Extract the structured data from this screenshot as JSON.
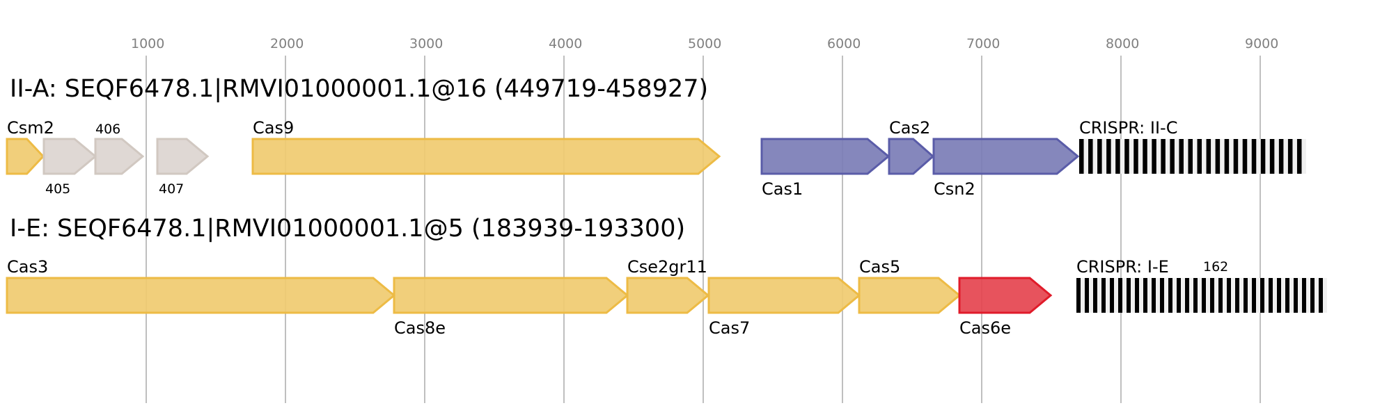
{
  "axis": {
    "scale_bp_per_tick": 1000,
    "ticks": [
      1000,
      2000,
      3000,
      4000,
      5000,
      6000,
      7000,
      8000,
      9000
    ],
    "axis_range_bp": [
      0,
      9700
    ]
  },
  "colors": {
    "cas_yellow_fill": "#f0cb70",
    "cas_yellow_stroke": "#edbb45",
    "adaptation_blue_fill": "#7b7db6",
    "adaptation_blue_stroke": "#5a5ca8",
    "unknown_grey_fill": "#dcd5d0",
    "unknown_grey_stroke": "#d1c8c1",
    "cas6_red_fill": "#e5444f",
    "cas6_red_stroke": "#e01b2a",
    "crispr_dark": "#000000",
    "crispr_light": "#f0f0f0"
  },
  "loci": [
    {
      "title": "II-A: SEQF6478.1|RMVI01000001.1@16 (449719-458927)",
      "genes": [
        {
          "name": "Csm2",
          "start": 0,
          "end": 260,
          "strand": "+",
          "color": "yellow",
          "label_pos": "top",
          "label_size": "large"
        },
        {
          "name": "405",
          "start": 265,
          "end": 635,
          "strand": "+",
          "color": "grey",
          "label_pos": "bottom",
          "label_size": "small"
        },
        {
          "name": "406",
          "start": 635,
          "end": 975,
          "strand": "+",
          "color": "grey",
          "label_pos": "top",
          "label_size": "small"
        },
        {
          "name": "407",
          "start": 1080,
          "end": 1440,
          "strand": "+",
          "color": "grey",
          "label_pos": "bottom",
          "label_size": "small"
        },
        {
          "name": "Cas9",
          "start": 1765,
          "end": 5115,
          "strand": "+",
          "color": "yellow",
          "label_pos": "top",
          "label_size": "large"
        },
        {
          "name": "Cas1",
          "start": 5420,
          "end": 6330,
          "strand": "+",
          "color": "blue",
          "label_pos": "bottom",
          "label_size": "large"
        },
        {
          "name": "Cas2",
          "start": 6335,
          "end": 6650,
          "strand": "+",
          "color": "blue",
          "label_pos": "top",
          "label_size": "large"
        },
        {
          "name": "Csn2",
          "start": 6655,
          "end": 7690,
          "strand": "+",
          "color": "blue",
          "label_pos": "bottom",
          "label_size": "large"
        }
      ],
      "crispr": {
        "label": "CRISPR: II-C",
        "start": 7700,
        "end": 9330,
        "repeats": 25,
        "count_label": ""
      }
    },
    {
      "title": "I-E: SEQF6478.1|RMVI01000001.1@5 (183939-193300)",
      "genes": [
        {
          "name": "Cas3",
          "start": 0,
          "end": 2780,
          "strand": "+",
          "color": "yellow",
          "label_pos": "top",
          "label_size": "large"
        },
        {
          "name": "Cas8e",
          "start": 2780,
          "end": 4455,
          "strand": "+",
          "color": "yellow",
          "label_pos": "bottom",
          "label_size": "large"
        },
        {
          "name": "Cse2gr11",
          "start": 4455,
          "end": 5035,
          "strand": "+",
          "color": "yellow",
          "label_pos": "top",
          "label_size": "large"
        },
        {
          "name": "Cas7",
          "start": 5040,
          "end": 6120,
          "strand": "+",
          "color": "yellow",
          "label_pos": "bottom",
          "label_size": "large"
        },
        {
          "name": "Cas5",
          "start": 6120,
          "end": 6840,
          "strand": "+",
          "color": "yellow",
          "label_pos": "top",
          "label_size": "large"
        },
        {
          "name": "Cas6e",
          "start": 6840,
          "end": 7495,
          "strand": "+",
          "color": "red",
          "label_pos": "bottom",
          "label_size": "large"
        }
      ],
      "crispr": {
        "label": "CRISPR: I-E",
        "start": 7680,
        "end": 9480,
        "repeats": 30,
        "count_label": "162"
      }
    }
  ]
}
